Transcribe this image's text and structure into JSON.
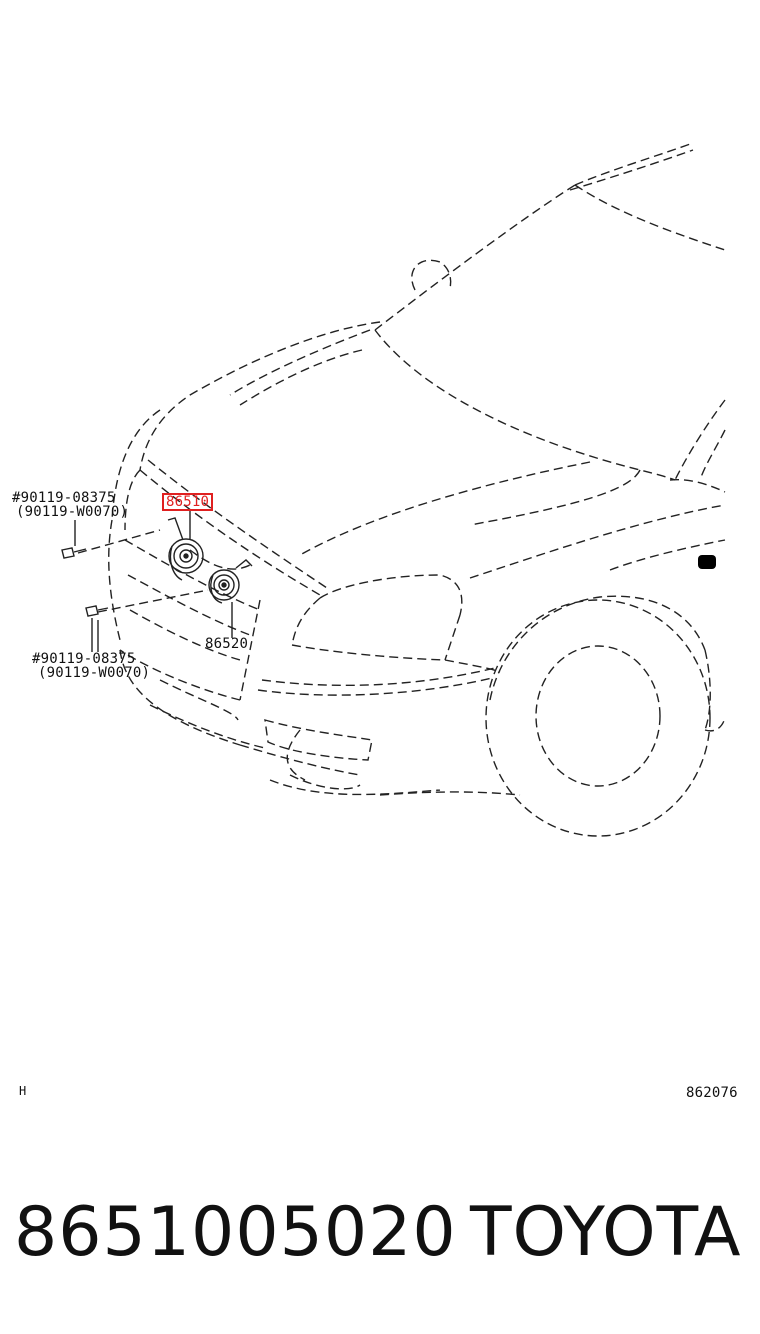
{
  "callouts": {
    "bolt_upper_main": "#90119-08375",
    "bolt_upper_alt": "(90119-W0070)",
    "horn_high": "86510",
    "horn_low": "86520",
    "bolt_lower_main": "#90119-08375",
    "bolt_lower_alt": "(90119-W0070)"
  },
  "footer": {
    "page_mark": "H",
    "diagram_code": "862076"
  },
  "part": {
    "number": "8651005020",
    "brand": "TOYOTA"
  },
  "colors": {
    "highlight": "#e02020",
    "line": "#222222"
  }
}
